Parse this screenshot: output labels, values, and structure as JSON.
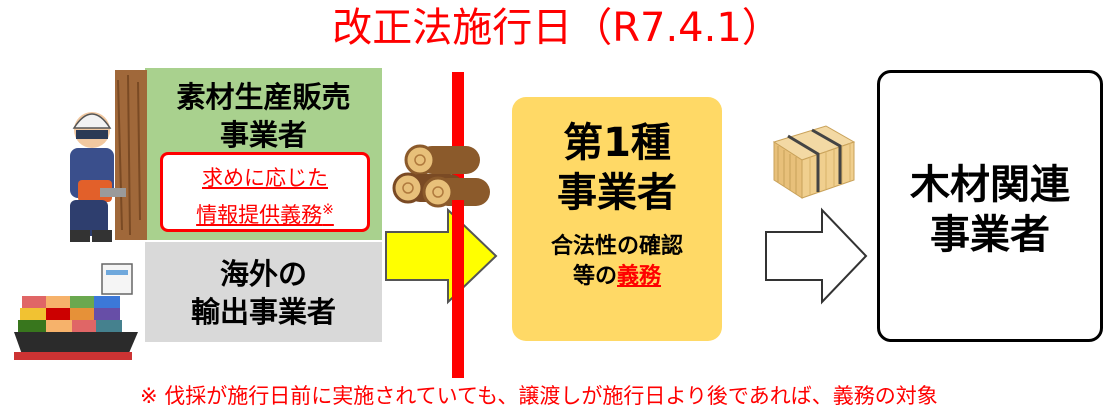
{
  "title": "改正法施行日（R7.4.1）",
  "producer": {
    "line1": "素材生産販売",
    "line2": "事業者",
    "duty_line1": "求めに応じた",
    "duty_line2": "情報提供義務",
    "duty_mark": "※"
  },
  "exporter": {
    "line1": "海外の",
    "line2": "輸出事業者"
  },
  "first_type": {
    "line1": "第1種",
    "line2": "事業者",
    "duty_line1": "合法性の確認",
    "duty_line2_prefix": "等の",
    "duty_line2_word": "義務"
  },
  "related": {
    "line1": "木材関連",
    "line2": "事業者"
  },
  "footnote": "※ 伐採が施行日前に実施されていても、譲渡しが施行日より後であれば、義務の対象",
  "colors": {
    "accent_red": "#ff0000",
    "producer_green": "#a9d18e",
    "exporter_gray": "#d9d9d9",
    "first_type_yellow": "#ffd966",
    "arrow_yellow": "#ffff00"
  },
  "icons": [
    "lumberjack-icon",
    "cargo-ship-icon",
    "logs-icon",
    "lumber-bundle-icon",
    "arrow-right-icon"
  ]
}
